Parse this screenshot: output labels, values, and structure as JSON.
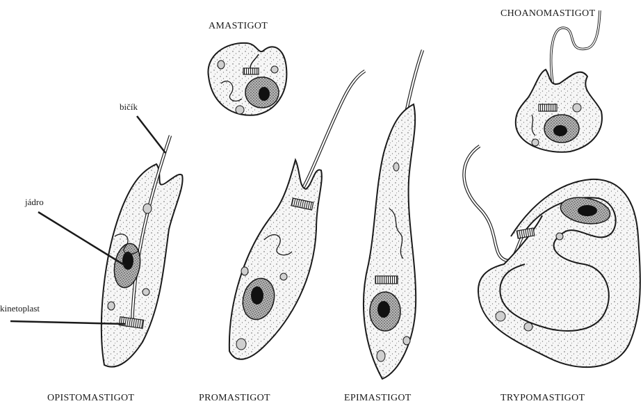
{
  "forms": {
    "amastigot": "AMASTIGOT",
    "choanomastigot": "CHOANOMASTIGOT",
    "opistomastigot": "OPISTOMASTIGOT",
    "promastigot": "PROMASTIGOT",
    "epimastigot": "EPIMASTIGOT",
    "trypomastigot": "TRYPOMASTIGOT"
  },
  "parts": {
    "flagellum": "bičík",
    "nucleus": "jádro",
    "kinetoplast": "kinetoplast"
  },
  "colors": {
    "ink": "#1a1a1a",
    "cell_fill": "#f4f4f4",
    "nucleus_fill": "#9a9a9a",
    "nucleolus_fill": "#111111",
    "granule_fill": "#cfcfcf"
  }
}
